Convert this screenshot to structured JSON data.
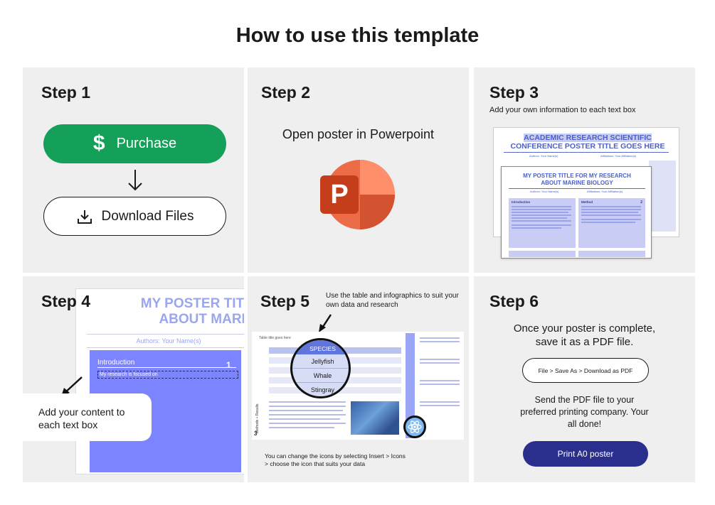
{
  "title": "How to use this template",
  "colors": {
    "panel_bg": "#efefef",
    "purchase_green": "#14a058",
    "print_navy": "#2a2f8e",
    "poster_blue": "#7d84ff",
    "accent_title_blue": "#4b60c8"
  },
  "step1": {
    "title": "Step 1",
    "purchase_icon": "dollar-icon",
    "purchase_symbol": "$",
    "purchase_label": "Purchase",
    "arrow_icon": "down-arrow-icon",
    "download_icon": "download-icon",
    "download_label": "Download Files"
  },
  "step2": {
    "title": "Step 2",
    "text": "Open poster in Powerpoint",
    "app_icon": "powerpoint-icon",
    "app_letter": "P"
  },
  "step3": {
    "title": "Step 3",
    "subtitle": "Add your own information to each text box",
    "back_poster_title_line1": "ACADEMIC RESEARCH SCIENTIFIC",
    "back_poster_title_line2": "CONFERENCE POSTER TITLE GOES HERE",
    "back_poster_authors": "Authors: Your Name(s)",
    "back_poster_affiliations": "Affiliations: Your Affiliation(s)",
    "front_poster_title_line1": "MY POSTER TITLE FOR MY RESEARCH",
    "front_poster_title_line2": "ABOUT MARINE BIOLOGY",
    "front_poster_authors": "Authors: Your Name(s)",
    "front_poster_affiliations": "Affiliations: Your Affiliation(s)",
    "front_section1": "Introduction",
    "front_section2": "Method",
    "front_section2_number": "2"
  },
  "step4": {
    "title": "Step 4",
    "poster_title_line1": "MY POSTER TITLE F",
    "poster_title_line2": "ABOUT MARIN",
    "poster_authors": "Authors: Your Name(s)",
    "section_title": "Introduction",
    "section_number": "1",
    "field_text": "My research is focused on",
    "callout": "Add your content to each text box"
  },
  "step5": {
    "title": "Step 5",
    "note_top": "Use the table and infographics to suit your own data and research",
    "table_title": "Table title goes here",
    "lens_header": "SPECIES",
    "lens_rows": [
      "Jellyfish",
      "Whale",
      "Stingray"
    ],
    "section_label": "Methods + Results",
    "section_number": "3",
    "note_bottom": "You can change the icons by selecting Insert > Icons > choose the icon that suits your data"
  },
  "step6": {
    "title": "Step 6",
    "text_complete": "Once your poster is complete, save it as a PDF file.",
    "save_path": "File > Save As > Download as PDF",
    "send_text": "Send the PDF file to your preferred printing company. Your all done!",
    "print_label": "Print A0 poster"
  }
}
